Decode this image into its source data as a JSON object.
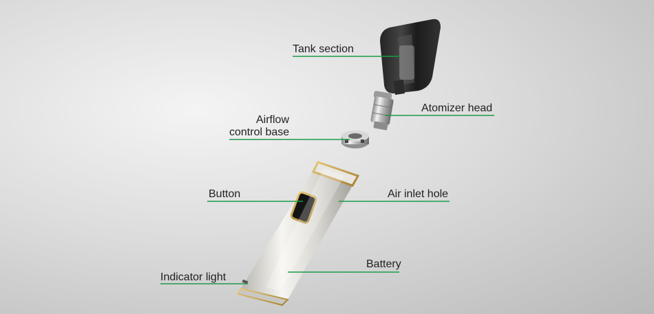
{
  "colors": {
    "callout_line": "#1d9a4a",
    "background": "#d6d6d6",
    "accent_gold": "#c9a24a"
  },
  "labels": {
    "tank_section": "Tank section",
    "atomizer_head": "Atomizer head",
    "airflow_line1": "Airflow",
    "airflow_line2": "control base",
    "button": "Button",
    "air_inlet_hole": "Air inlet hole",
    "battery": "Battery",
    "indicator_light": "Indicator light"
  }
}
